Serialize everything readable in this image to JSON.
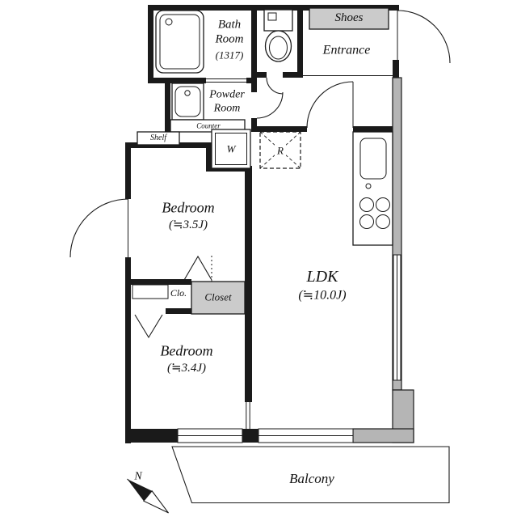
{
  "plan": {
    "labels": {
      "bath_name": "Bath\nRoom",
      "bath_size": "(1317)",
      "powder": "Powder\nRoom",
      "counter": "Counter",
      "washer": "W",
      "fridge": "R",
      "shelf": "Shelf",
      "shoes": "Shoes",
      "entrance": "Entrance",
      "bedroom_a_name": "Bedroom",
      "bedroom_a_size": "(≒3.5J)",
      "bedroom_b_name": "Bedroom",
      "bedroom_b_size": "(≒3.4J)",
      "clo": "Clo.",
      "closet": "Closet",
      "ldk_name": "LDK",
      "ldk_size": "(≒10.0J)",
      "balcony": "Balcony",
      "north": "N"
    },
    "colors": {
      "wall": "#1a1a1a",
      "wall_gray": "#b5b5b5",
      "box_gray": "#cbcbcb",
      "floor": "#ffffff"
    }
  }
}
